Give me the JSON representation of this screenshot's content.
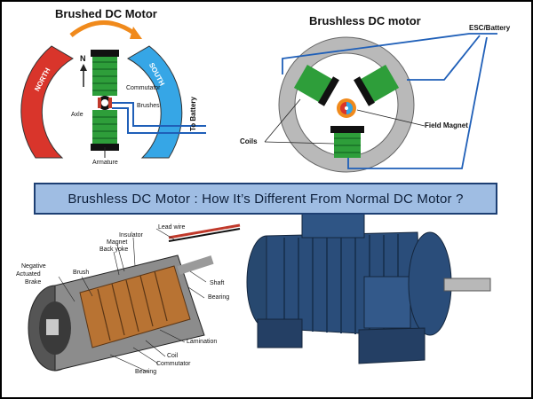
{
  "brushed": {
    "title": "Brushed DC Motor",
    "north": "NORTH",
    "south": "SOUTH",
    "n_mark": "N",
    "commutator": "Commutator",
    "axle": "Axle",
    "brushes": "Brushes",
    "armature": "Armature",
    "to_battery": "To Battery"
  },
  "brushless": {
    "title": "Brushless DC motor",
    "esc_battery": "ESC/Battery",
    "field_magnet": "Field Magnet",
    "coils": "Coils"
  },
  "banner": {
    "text": "Brushless DC Motor : How It’s Different From Normal DC Motor ?"
  },
  "cutaway": {
    "lead_wire": "Lead wire",
    "insulator": "Insulator",
    "magnet": "Magnet",
    "back_yoke": "Back yoke",
    "negative": "Negative",
    "actuated": "Actuated",
    "brake": "Brake",
    "brush": "Brush",
    "shaft": "Shaft",
    "bearing_top": "Bearing",
    "lamination": "Lamination",
    "coil": "Coil",
    "commutator": "Commutator",
    "bearing_bottom": "Bearing"
  },
  "colors": {
    "banner_fill": "#9fbde3",
    "banner_border": "#1d3f73",
    "north_red": "#d9352b",
    "south_blue": "#36a6e6",
    "coil_green": "#2e9e3a",
    "wire_blue": "#1f5fb8",
    "motor_blue": "#2a4d7a"
  }
}
